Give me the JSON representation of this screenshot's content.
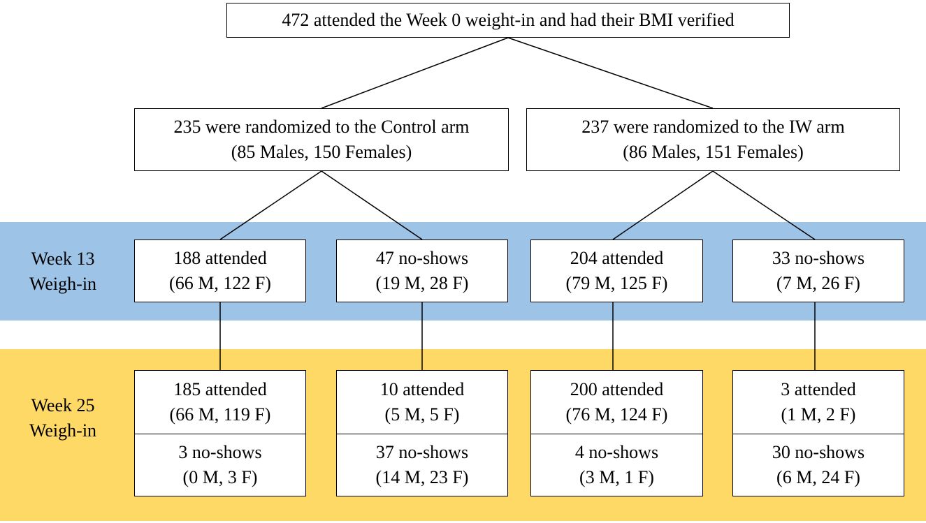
{
  "root": {
    "line1": "472 attended the Week 0 weight-in and had their BMI verified"
  },
  "arms": [
    {
      "line1": "235 were randomized to the Control arm",
      "line2": "(85 Males, 150 Females)"
    },
    {
      "line1": "237 were randomized to the IW arm",
      "line2": "(86 Males, 151 Females)"
    }
  ],
  "week13": {
    "label_line1": "Week 13",
    "label_line2": "Weigh-in",
    "color": "#9dc3e6",
    "boxes": [
      {
        "line1": "188 attended",
        "line2": "(66 M, 122 F)"
      },
      {
        "line1": "47 no-shows",
        "line2": "(19 M, 28 F)"
      },
      {
        "line1": "204 attended",
        "line2": "(79 M, 125 F)"
      },
      {
        "line1": "33 no-shows",
        "line2": "(7 M, 26 F)"
      }
    ]
  },
  "week25": {
    "label_line1": "Week 25",
    "label_line2": "Weigh-in",
    "color": "#ffd966",
    "boxes": [
      {
        "top_line1": "185 attended",
        "top_line2": "(66 M, 119 F)",
        "bottom_line1": "3 no-shows",
        "bottom_line2": "(0 M, 3 F)"
      },
      {
        "top_line1": "10 attended",
        "top_line2": "(5 M, 5 F)",
        "bottom_line1": "37 no-shows",
        "bottom_line2": "(14 M, 23 F)"
      },
      {
        "top_line1": "200 attended",
        "top_line2": "(76 M, 124 F)",
        "bottom_line1": "4 no-shows",
        "bottom_line2": "(3 M, 1 F)"
      },
      {
        "top_line1": "3 attended",
        "top_line2": "(1 M, 2 F)",
        "bottom_line1": "30 no-shows",
        "bottom_line2": "(6 M, 24 F)"
      }
    ]
  }
}
